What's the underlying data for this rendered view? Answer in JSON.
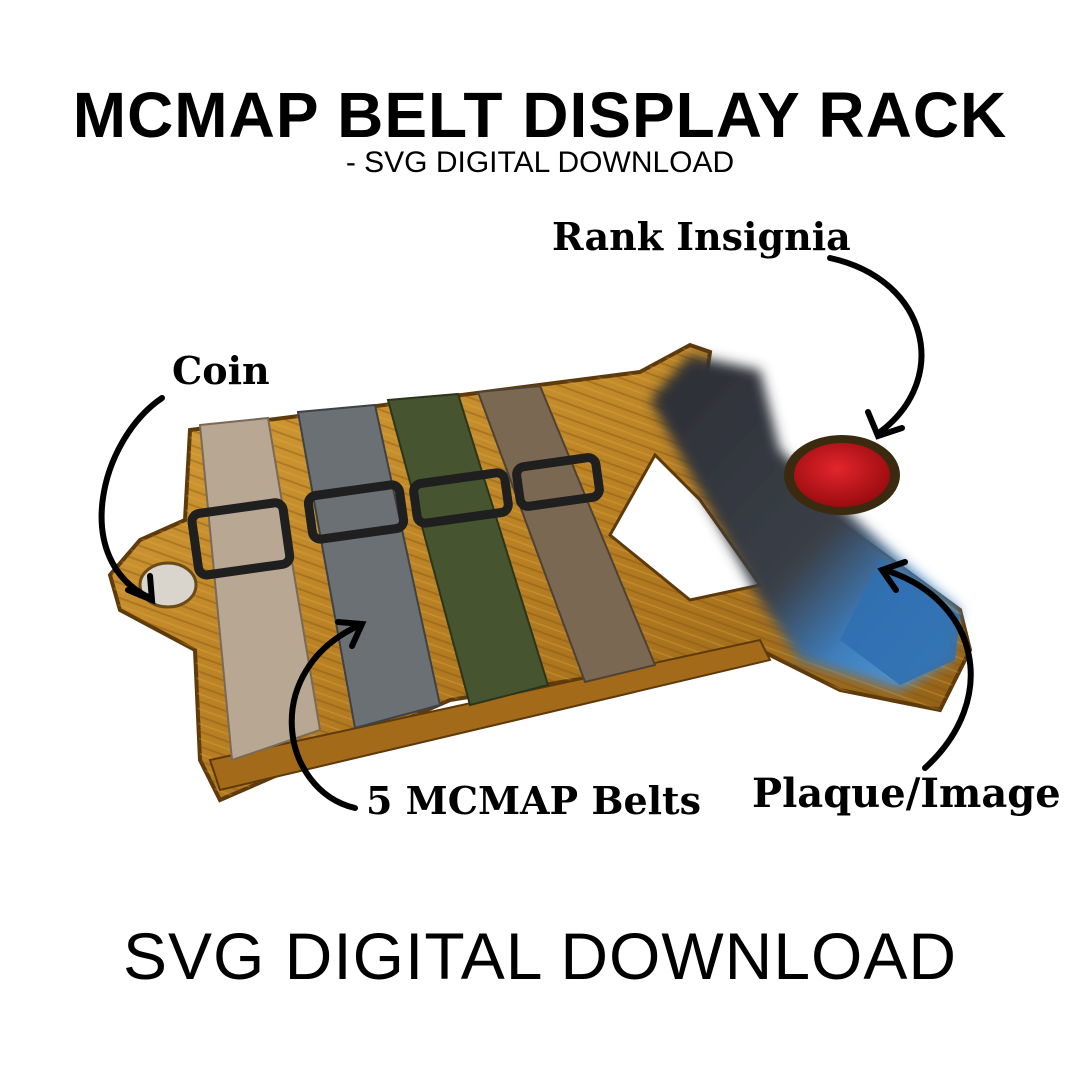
{
  "header": {
    "title": "MCMAP BELT DISPLAY RACK",
    "subtitle": "- SVG DIGITAL DOWNLOAD"
  },
  "callouts": {
    "rank_insignia": "Rank Insignia",
    "coin": "Coin",
    "belts": "5 MCMAP Belts",
    "plaque": "Plaque/Image"
  },
  "footer": {
    "text": "SVG DIGITAL DOWNLOAD"
  },
  "colors": {
    "wood_light": "#c8902a",
    "wood_dark": "#8a5a14",
    "belt_tan": "#b8a792",
    "belt_grey": "#6b7075",
    "belt_green": "#46552f",
    "belt_brown": "#7b6852",
    "insignia_red": "#c8141c"
  }
}
